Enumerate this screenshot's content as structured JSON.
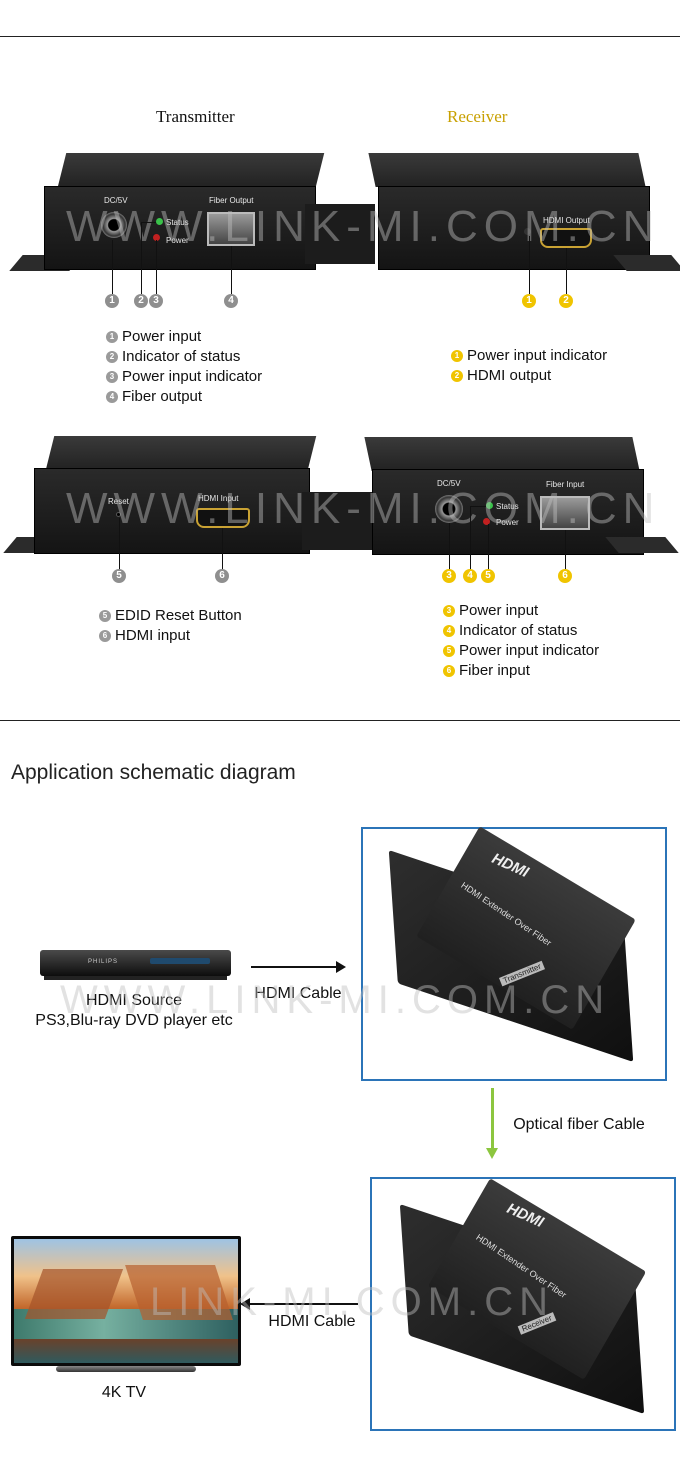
{
  "top_section": {
    "transmitter_title": "Transmitter",
    "receiver_title": "Receiver",
    "tx_front": {
      "dc_label": "DC/5V",
      "status_label": "Status",
      "power_label": "Power",
      "fiber_label": "Fiber Output"
    },
    "rx_front": {
      "hdmi_label": "HDMI Output"
    },
    "tx_markers": [
      "1",
      "2",
      "3",
      "4"
    ],
    "rx_markers": [
      "1",
      "2"
    ],
    "tx_legend": [
      {
        "num": "1",
        "text": "Power input"
      },
      {
        "num": "2",
        "text": "Indicator of status"
      },
      {
        "num": "3",
        "text": "Power input indicator"
      },
      {
        "num": "4",
        "text": "Fiber output"
      }
    ],
    "rx_legend": [
      {
        "num": "1",
        "text": "Power input indicator"
      },
      {
        "num": "2",
        "text": "HDMI output"
      }
    ],
    "tx_back": {
      "reset_label": "Reset",
      "hdmi_label": "HDMI Input"
    },
    "rx_back": {
      "dc_label": "DC/5V",
      "status_label": "Status",
      "power_label": "Power",
      "fiber_label": "Fiber Input"
    },
    "tx_back_markers": [
      "5",
      "6"
    ],
    "rx_back_markers": [
      "3",
      "4",
      "5",
      "6"
    ],
    "tx_back_legend": [
      {
        "num": "5",
        "text": "EDID Reset Button"
      },
      {
        "num": "6",
        "text": "HDMI input"
      }
    ],
    "rx_back_legend": [
      {
        "num": "3",
        "text": "Power input"
      },
      {
        "num": "4",
        "text": "Indicator of status"
      },
      {
        "num": "5",
        "text": "Power input indicator"
      },
      {
        "num": "6",
        "text": "Fiber input"
      }
    ],
    "watermark": "WWW.LINK-MI.COM.CN"
  },
  "diagram": {
    "heading": "Application schematic diagram",
    "source_title": "HDMI Source",
    "source_subtitle": "PS3,Blu-ray DVD player etc",
    "source_brand": "PHILIPS",
    "hdmi_cable_1": "HDMI Cable",
    "optical_cable": "Optical fiber Cable",
    "hdmi_cable_2": "HDMI Cable",
    "tv_label": "4K TV",
    "device_logo": "HDMI",
    "device_text": "HDMI Extender Over Fiber",
    "tx_tag": "Transmitter",
    "rx_tag": "Receiver",
    "watermark_1": "WWW.LINK-MI.COM.CN",
    "watermark_2": "LINK-MI.COM.CN"
  },
  "colors": {
    "accent_blue": "#2b74b8",
    "marker_yellow": "#f0c400",
    "receiver_gold": "#c8a000",
    "arrow_green": "#8cc63f"
  }
}
